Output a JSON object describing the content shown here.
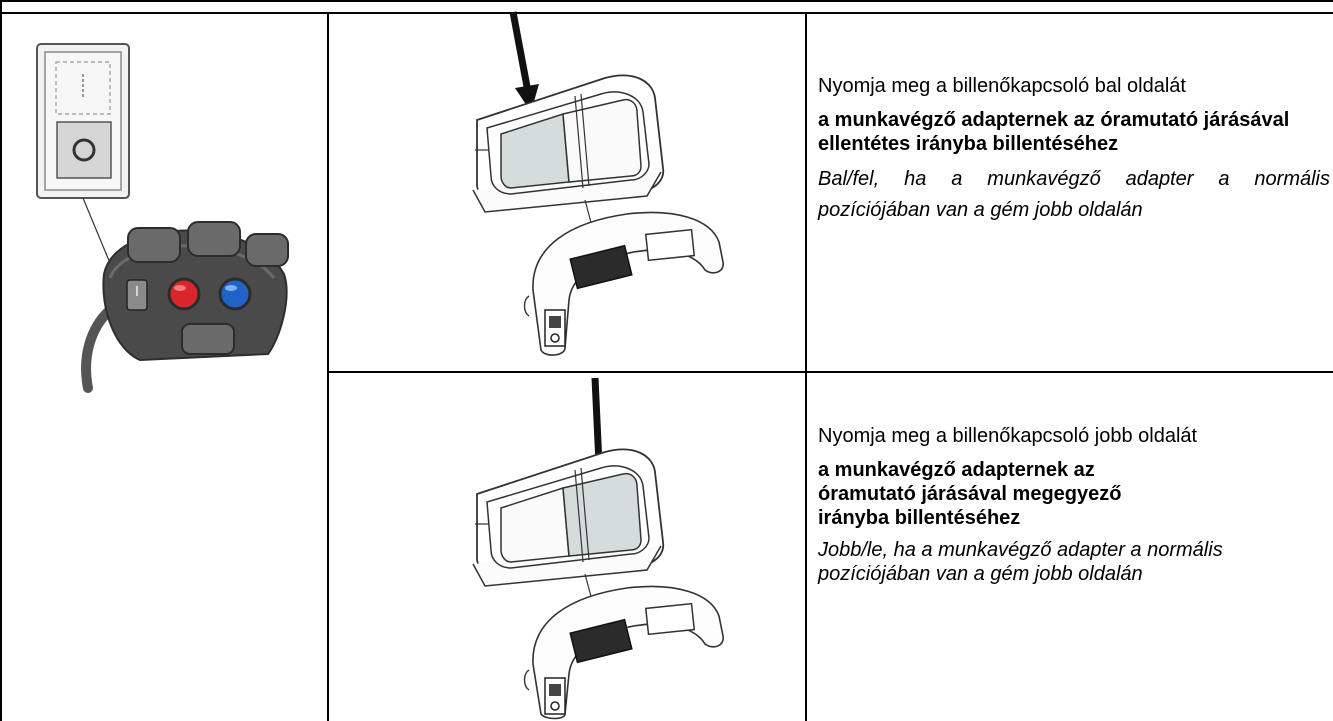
{
  "rows": [
    {
      "instruction": "Nyomja meg a billenőkapcsoló bal oldalát",
      "purpose": "a munkavégző adapternek az óramutató járásával ellentétes irányba billentéséhez",
      "note": "Bal/fel, ha a munkavégző adapter a normális pozíciójában van a gém jobb oldalán",
      "pressed_side": "left"
    },
    {
      "instruction": "Nyomja meg a billenőkapcsoló jobb oldalát",
      "purpose": "a munkavégző adapternek az óramutató járásával megegyező irányba billentéséhez",
      "note": "Jobb/le, ha a munkavégző adapter a normális pozíciójában van a gém jobb oldalán",
      "pressed_side": "right"
    }
  ],
  "colors": {
    "pressed": "#d5dcdc",
    "red_button": "#d9262b",
    "blue_button": "#1f63c9",
    "handle": "#3d3d3d"
  }
}
